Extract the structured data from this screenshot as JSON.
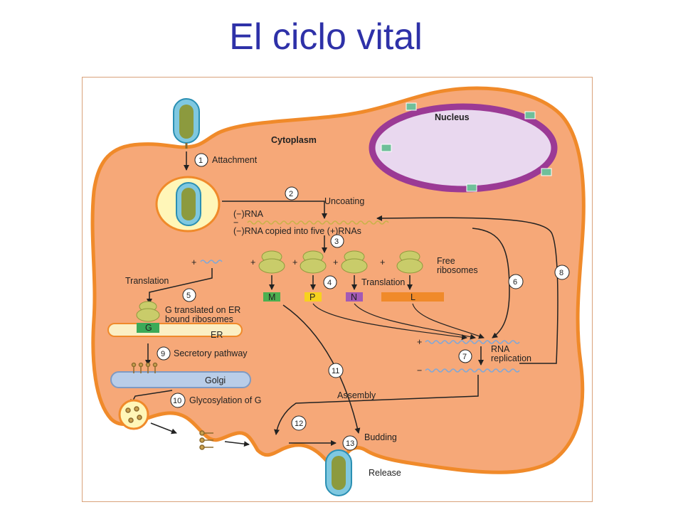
{
  "slide": {
    "title": "El ciclo vital"
  },
  "diagram": {
    "labels": {
      "nucleus": "Nucleus",
      "cytoplasm": "Cytoplasm",
      "attachment": "Attachment",
      "uncoating": "Uncoating",
      "neg_rna": "(−)RNA",
      "neg_rna_copied": "(−)RNA copied into five (+)RNAs",
      "free_ribosomes_1": "Free",
      "free_ribosomes_2": "ribosomes",
      "translation_left": "Translation",
      "translation_mid": "Translation",
      "g_translated_1": "G translated on ER",
      "g_translated_2": "bound ribosomes",
      "er": "ER",
      "g_box": "G",
      "secretory": "Secretory pathway",
      "golgi": "Golgi",
      "glycosylation": "Glycosylation of G",
      "assembly": "Assembly",
      "rna_replication_1": "RNA",
      "rna_replication_2": "replication",
      "budding": "Budding",
      "release": "Release",
      "protein_m": "M",
      "protein_p": "P",
      "protein_n": "N",
      "protein_l": "L",
      "plus": "+",
      "minus": "−"
    },
    "steps": [
      "1",
      "2",
      "3",
      "4",
      "5",
      "6",
      "7",
      "8",
      "9",
      "10",
      "11",
      "12",
      "13"
    ],
    "colors": {
      "cell_fill": "#F6A878",
      "cell_border": "#F08A2A",
      "nucleus_border": "#9B3A95",
      "nucleus_fill": "#E9D8EF",
      "protein_m": "#4CB050",
      "protein_p": "#F7D21E",
      "protein_n": "#A35AB5",
      "protein_l": "#F08A2A",
      "g_box": "#3BAA58",
      "er_fill": "#FBEFC4",
      "golgi_fill": "#B9CDE8",
      "ribosome": "#C9CC6A",
      "title": "#2E31A8"
    }
  }
}
